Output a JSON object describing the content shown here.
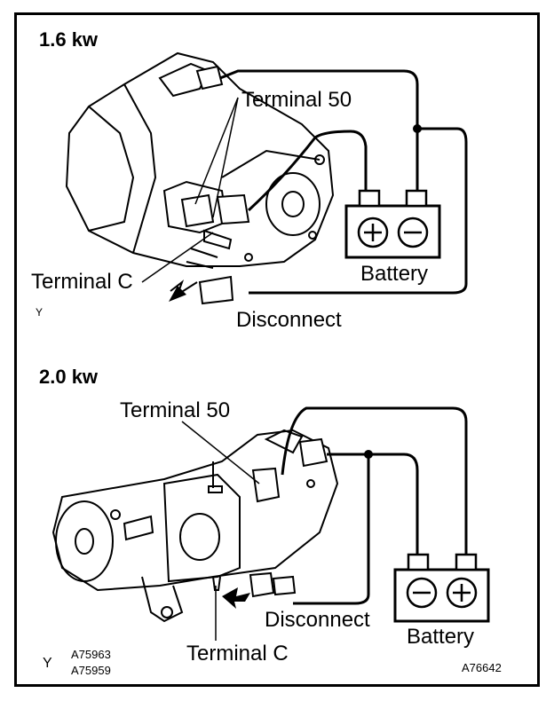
{
  "top_panel": {
    "title": "1.6 kw",
    "terminal_50": "Terminal 50",
    "terminal_c": "Terminal C",
    "battery": "Battery",
    "disconnect": "Disconnect",
    "plus_sign": "+",
    "minus_sign": "−",
    "view_mark": "Y"
  },
  "bottom_panel": {
    "title": "2.0 kw",
    "terminal_50": "Terminal 50",
    "terminal_c": "Terminal C",
    "battery": "Battery",
    "disconnect": "Disconnect",
    "minus_sign": "−",
    "plus_sign": "+",
    "view_mark": "Y",
    "code_1": "A75963",
    "code_2": "A75959",
    "code_3": "A76642"
  }
}
